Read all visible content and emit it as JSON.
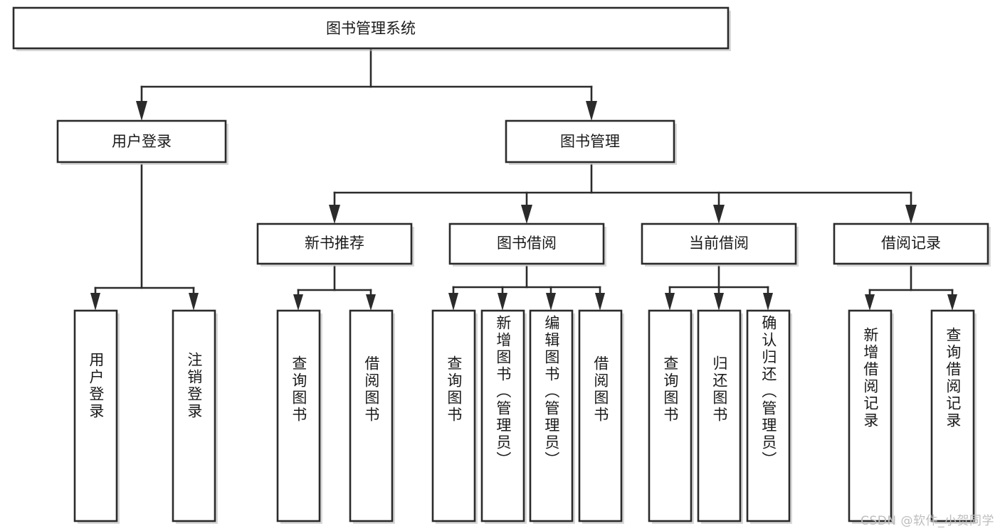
{
  "diagram": {
    "title": "图书管理系统",
    "type": "tree-hierarchy",
    "orientation": "top-down",
    "watermark": "CSDN @软件_小贺同学",
    "colors": {
      "box_stroke": "#2b2b2b",
      "box_fill": "#ffffff",
      "edge": "#2b2b2b",
      "text": "#1a1a1a",
      "watermark": "#bdbdbd",
      "background": "#ffffff"
    },
    "root": {
      "id": "root",
      "label": "图书管理系统"
    },
    "level2": [
      {
        "id": "n-user-login",
        "label": "用户登录"
      },
      {
        "id": "n-book-mgmt",
        "label": "图书管理"
      }
    ],
    "level3": [
      {
        "id": "n-new-book-rec",
        "label": "新书推荐",
        "parent": "n-book-mgmt"
      },
      {
        "id": "n-book-borrow",
        "label": "图书借阅",
        "parent": "n-book-mgmt"
      },
      {
        "id": "n-current-borrow",
        "label": "当前借阅",
        "parent": "n-book-mgmt"
      },
      {
        "id": "n-borrow-record",
        "label": "借阅记录",
        "parent": "n-book-mgmt"
      }
    ],
    "leaves": [
      {
        "id": "l-user-login",
        "label": "用户登录",
        "parent": "n-user-login"
      },
      {
        "id": "l-user-logout",
        "label": "注销登录",
        "parent": "n-user-login"
      },
      {
        "id": "l-rec-query-book",
        "label": "查询图书",
        "parent": "n-new-book-rec"
      },
      {
        "id": "l-rec-borrow-book",
        "label": "借阅图书",
        "parent": "n-new-book-rec"
      },
      {
        "id": "l-borrow-query-book",
        "label": "查询图书",
        "parent": "n-book-borrow"
      },
      {
        "id": "l-borrow-add-book",
        "label": "新增图书（管理员）",
        "parent": "n-book-borrow"
      },
      {
        "id": "l-borrow-edit-book",
        "label": "编辑图书（管理员）",
        "parent": "n-book-borrow"
      },
      {
        "id": "l-borrow-borrow-book",
        "label": "借阅图书",
        "parent": "n-book-borrow"
      },
      {
        "id": "l-cur-query-book",
        "label": "查询图书",
        "parent": "n-current-borrow"
      },
      {
        "id": "l-cur-return-book",
        "label": "归还图书",
        "parent": "n-current-borrow"
      },
      {
        "id": "l-cur-confirm-return",
        "label": "确认归还（管理员）",
        "parent": "n-current-borrow"
      },
      {
        "id": "l-rec-add-record",
        "label": "新增借阅记录",
        "parent": "n-borrow-record"
      },
      {
        "id": "l-rec-query-record",
        "label": "查询借阅记录",
        "parent": "n-borrow-record"
      }
    ]
  }
}
